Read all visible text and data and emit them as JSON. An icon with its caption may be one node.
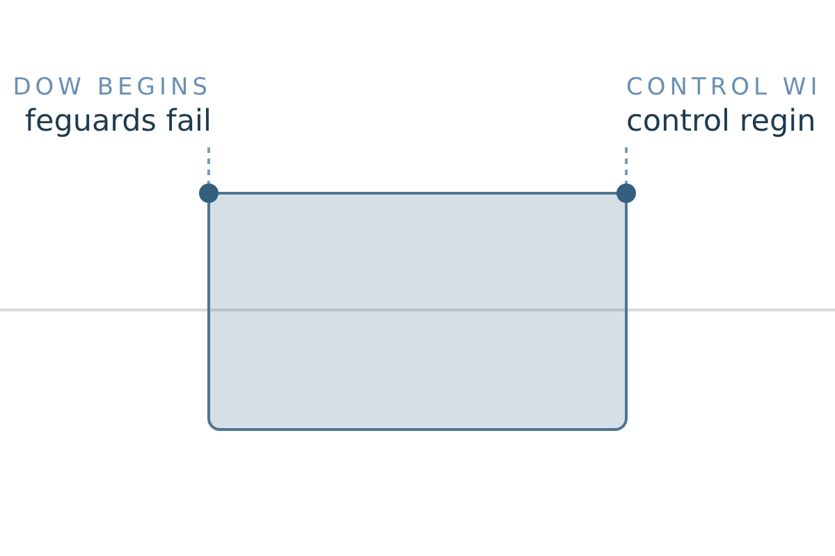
{
  "diagram": {
    "nodes": [
      {
        "text": [
          "DOW BEGINS",
          "feguards fail"
        ]
      },
      {
        "text": [
          "CONTROL WI",
          "control regin"
        ]
      },
      {
        "text": [],
        "shape": "box"
      }
    ],
    "edges": [
      {
        "from": 0,
        "to": 2,
        "arrow": "other",
        "style": "dashed"
      },
      {
        "from": 1,
        "to": 2,
        "arrow": "other",
        "style": "dashed"
      }
    ]
  }
}
